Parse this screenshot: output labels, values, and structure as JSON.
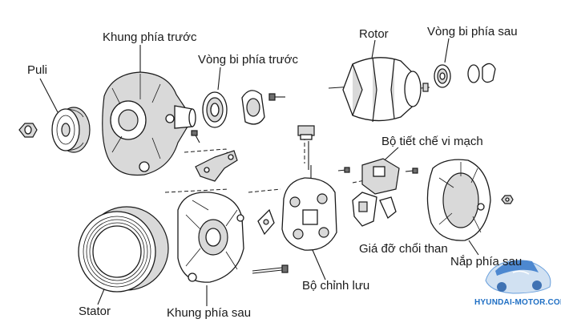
{
  "labels": {
    "puli": "Puli",
    "khung_truoc": "Khung phía trước",
    "vong_bi_truoc": "Vòng bi phía trước",
    "rotor": "Rotor",
    "vong_bi_sau": "Vòng bi phía sau",
    "bo_tiet_che": "Bộ tiết chế vi mạch",
    "gia_do_choi_than": "Giá đỡ chổi than",
    "nap_phia_sau": "Nắp phía sau",
    "bo_chinh_luu": "Bộ chỉnh lưu",
    "stator": "Stator",
    "khung_sau": "Khung phía sau"
  },
  "watermark": {
    "text": "HYUNDAI-MOTOR.COM.VN"
  }
}
